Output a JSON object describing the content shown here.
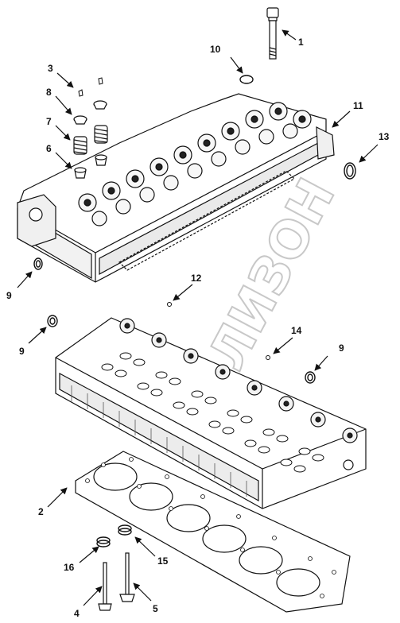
{
  "diagram": {
    "watermark": "ЛИЗОН",
    "callouts": [
      {
        "id": "c1",
        "text": "1"
      },
      {
        "id": "c2",
        "text": "2"
      },
      {
        "id": "c3",
        "text": "3"
      },
      {
        "id": "c4",
        "text": "4"
      },
      {
        "id": "c5",
        "text": "5"
      },
      {
        "id": "c6",
        "text": "6"
      },
      {
        "id": "c7",
        "text": "7"
      },
      {
        "id": "c8",
        "text": "8"
      },
      {
        "id": "c9a",
        "text": "9"
      },
      {
        "id": "c9b",
        "text": "9"
      },
      {
        "id": "c9c",
        "text": "9"
      },
      {
        "id": "c10",
        "text": "10"
      },
      {
        "id": "c11",
        "text": "11"
      },
      {
        "id": "c12",
        "text": "12"
      },
      {
        "id": "c13",
        "text": "13"
      },
      {
        "id": "c14",
        "text": "14"
      },
      {
        "id": "c15",
        "text": "15"
      },
      {
        "id": "c16",
        "text": "16"
      }
    ]
  }
}
